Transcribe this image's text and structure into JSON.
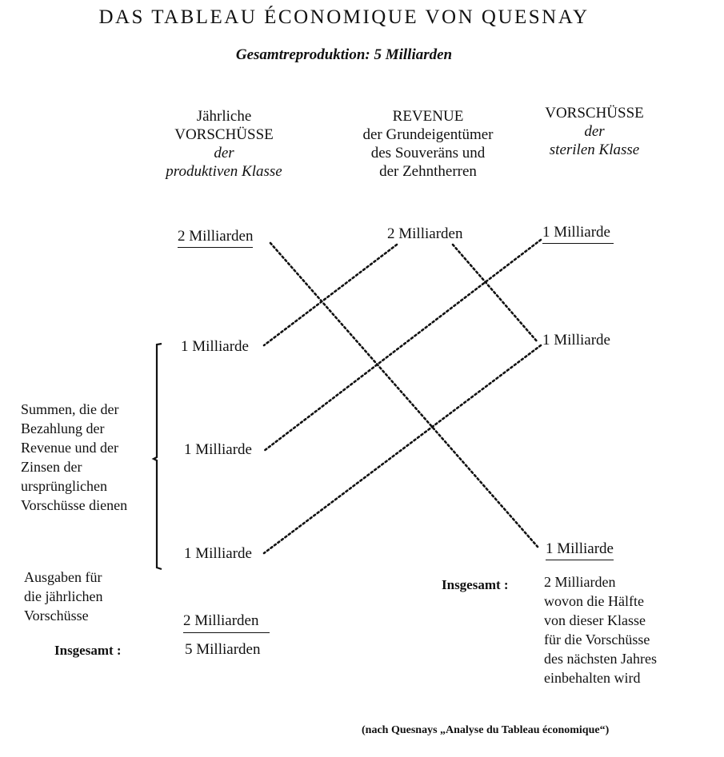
{
  "title": "DAS TABLEAU ÉCONOMIQUE VON QUESNAY",
  "subtitle": "Gesamtreproduktion: 5 Milliarden",
  "columns": [
    {
      "line1": "Jährliche",
      "line2": "VORSCHÜSSE",
      "line3": "der",
      "line4": "produktiven Klasse"
    },
    {
      "line1": "REVENUE",
      "line2": "der Grundeigentümer",
      "line3": "des Souveräns und",
      "line4": "der Zehntherren"
    },
    {
      "line1": "VORSCHÜSSE",
      "line2": "der",
      "line3": "sterilen Klasse"
    }
  ],
  "top_row": {
    "productive": "2 Milliarden",
    "revenue": "2 Milliarden",
    "sterile": "1 Milliarde"
  },
  "productive_receipts": [
    "1 Milliarde",
    "1 Milliarde",
    "1 Milliarde"
  ],
  "sterile_middle": "1 Milliarde",
  "sterile_bottom": "1 Milliarde",
  "bracket_label": [
    "Summen, die der",
    "Bezahlung der",
    "Revenue und der",
    "Zinsen der",
    "ursprünglichen",
    "Vorschüsse dienen"
  ],
  "annual_advances_label": [
    "Ausgaben für",
    "die jährlichen",
    "Vorschüsse"
  ],
  "annual_advances_amount": "2 Milliarden",
  "total_label": "Insgesamt :",
  "total_amount": "5 Milliarden",
  "sterile_total_label": "Insgesamt :",
  "sterile_total_text": [
    "2 Milliarden",
    "wovon die Hälfte",
    "von dieser Klasse",
    "für die Vorschüsse",
    "des nächsten Jahres",
    "einbehalten wird"
  ],
  "source_note": "(nach Quesnays „Analyse du Tableau économique“)"
}
